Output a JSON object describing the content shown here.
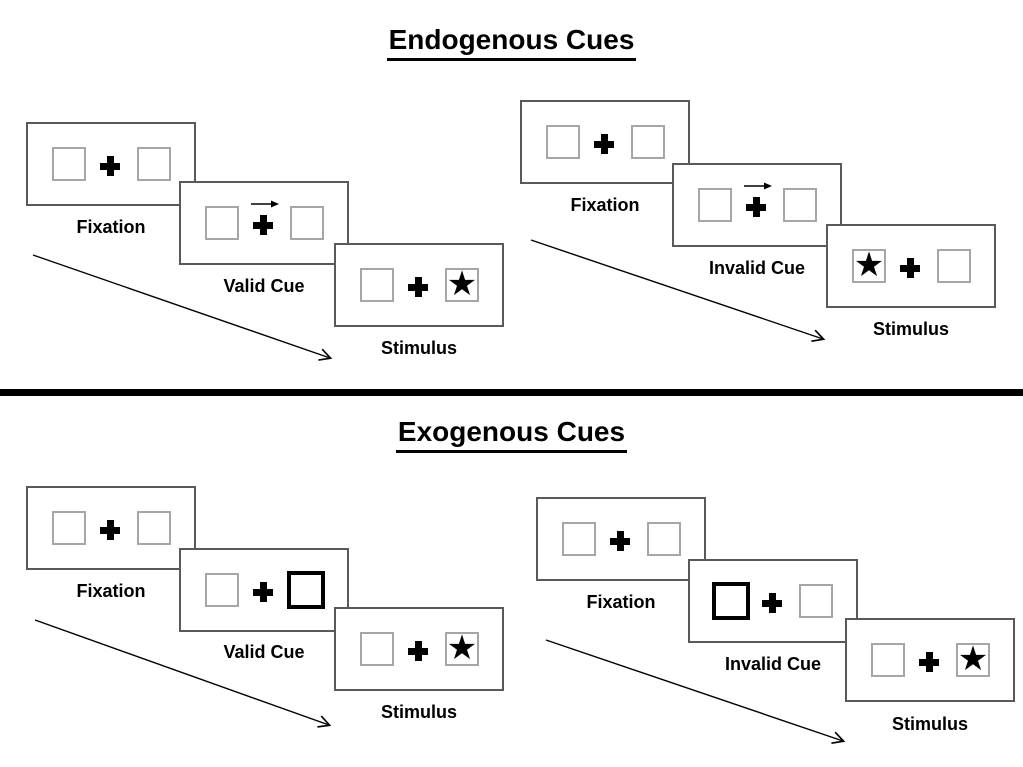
{
  "colors": {
    "background": "#ffffff",
    "card-fill": "#ffffff",
    "card-border": "#595959",
    "box-border": "#a6a6a6",
    "cue-box-border": "#000000",
    "ink": "#000000"
  },
  "glyphs": {
    "star": "★"
  },
  "sections": [
    {
      "title": "Endogenous Cues",
      "panels": [
        {
          "name": "valid-trial",
          "cards": [
            {
              "label": "Fixation",
              "left_box": "empty",
              "right_box": "empty",
              "cue": "none"
            },
            {
              "label": "Valid Cue",
              "left_box": "empty",
              "right_box": "empty",
              "cue": "right-arrow-above-fixation-cross"
            },
            {
              "label": "Stimulus",
              "left_box": "empty",
              "right_box": "star",
              "cue": "none"
            }
          ]
        },
        {
          "name": "invalid-trial",
          "cards": [
            {
              "label": "Fixation",
              "left_box": "empty",
              "right_box": "empty",
              "cue": "none"
            },
            {
              "label": "Invalid Cue",
              "left_box": "empty",
              "right_box": "empty",
              "cue": "right-arrow-above-fixation-cross"
            },
            {
              "label": "Stimulus",
              "left_box": "star",
              "right_box": "empty",
              "cue": "none"
            }
          ]
        }
      ]
    },
    {
      "title": "Exogenous Cues",
      "panels": [
        {
          "name": "valid-trial",
          "cards": [
            {
              "label": "Fixation",
              "left_box": "empty",
              "right_box": "empty",
              "cue": "none"
            },
            {
              "label": "Valid Cue",
              "left_box": "empty",
              "right_box": "thick-border",
              "cue": "thick-border-right-box"
            },
            {
              "label": "Stimulus",
              "left_box": "empty",
              "right_box": "star",
              "cue": "none"
            }
          ]
        },
        {
          "name": "invalid-trial",
          "cards": [
            {
              "label": "Fixation",
              "left_box": "empty",
              "right_box": "empty",
              "cue": "none"
            },
            {
              "label": "Invalid Cue",
              "left_box": "thick-border",
              "right_box": "empty",
              "cue": "thick-border-left-box"
            },
            {
              "label": "Stimulus",
              "left_box": "empty",
              "right_box": "star",
              "cue": "none"
            }
          ]
        }
      ]
    }
  ]
}
